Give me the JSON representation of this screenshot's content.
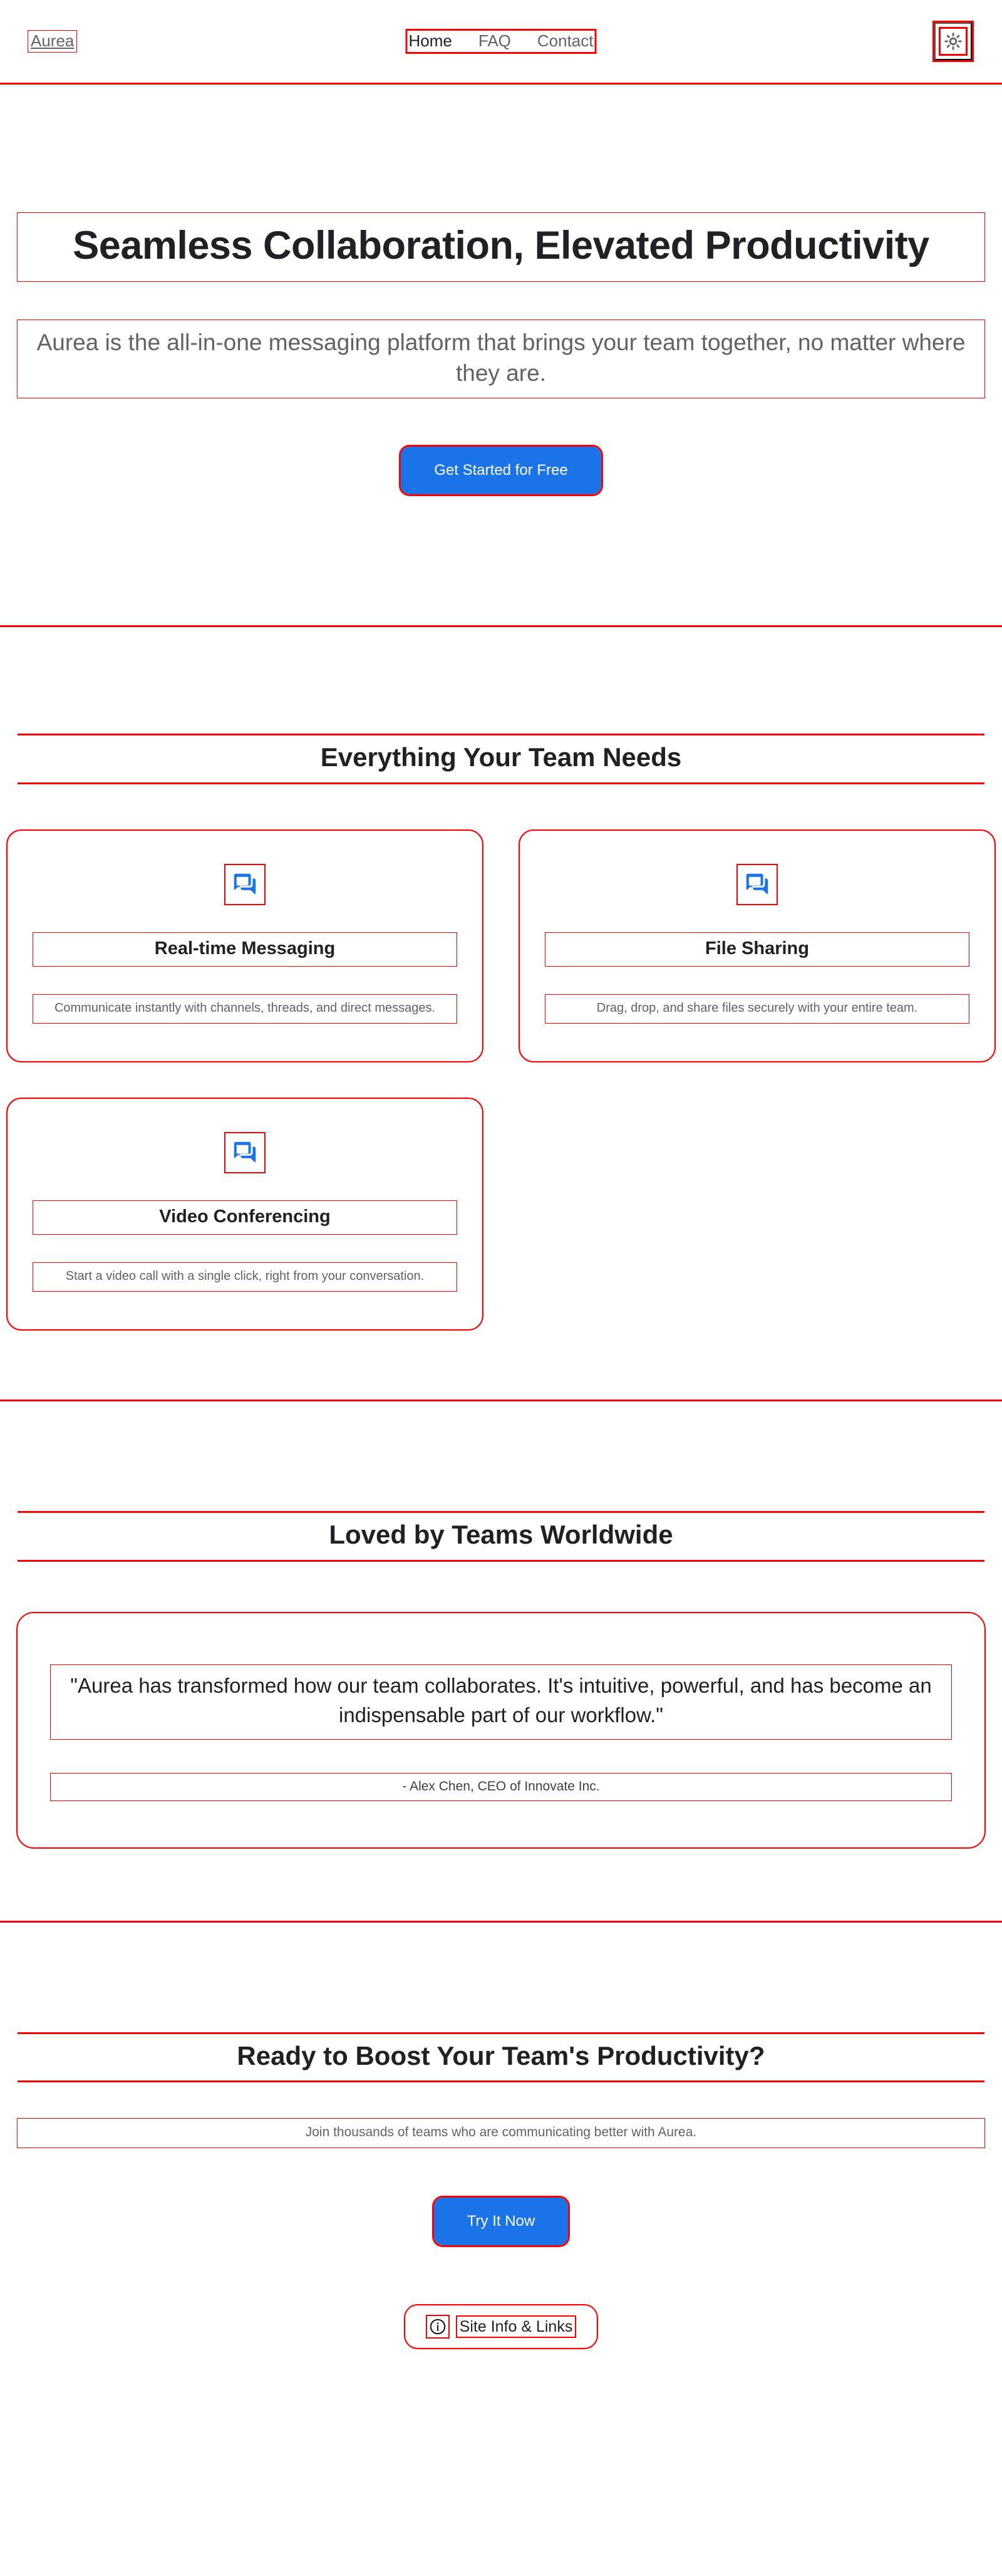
{
  "theme": {
    "accent": "#1a73e8",
    "text_primary": "#202124",
    "text_muted": "#5f6368",
    "card_border": "#e0e0e0",
    "page_background": "#ffffff",
    "annotation": "#ff0000"
  },
  "header": {
    "brand": "Aurea",
    "nav": [
      {
        "label": "Home",
        "active": true
      },
      {
        "label": "FAQ",
        "active": false
      },
      {
        "label": "Contact",
        "active": false
      }
    ],
    "theme_toggle": {
      "icon": "sun-icon",
      "mode": "light"
    }
  },
  "hero": {
    "title": "Seamless Collaboration, Elevated Productivity",
    "subtitle": "Aurea is the all-in-one messaging platform that brings your team together, no matter where they are.",
    "cta_label": "Get Started for Free"
  },
  "features": {
    "heading": "Everything Your Team Needs",
    "cards": [
      {
        "icon": "chat-bubbles-icon",
        "title": "Real-time Messaging",
        "description": "Communicate instantly with channels, threads, and direct messages."
      },
      {
        "icon": "chat-bubbles-icon",
        "title": "File Sharing",
        "description": "Drag, drop, and share files securely with your entire team."
      },
      {
        "icon": "chat-bubbles-icon",
        "title": "Video Conferencing",
        "description": "Start a video call with a single click, right from your conversation."
      }
    ]
  },
  "testimonials": {
    "heading": "Loved by Teams Worldwide",
    "quote": "\"Aurea has transformed how our team collaborates. It's intuitive, powerful, and has become an indispensable part of our workflow.\"",
    "author": "- Alex Chen, CEO of Innovate Inc."
  },
  "final_cta": {
    "heading": "Ready to Boost Your Team's Productivity?",
    "subtitle": "Join thousands of teams who are communicating better with Aurea.",
    "cta_label": "Try It Now"
  },
  "footer": {
    "toggle_icon": "info-circle-icon",
    "toggle_label": "Site Info & Links"
  }
}
